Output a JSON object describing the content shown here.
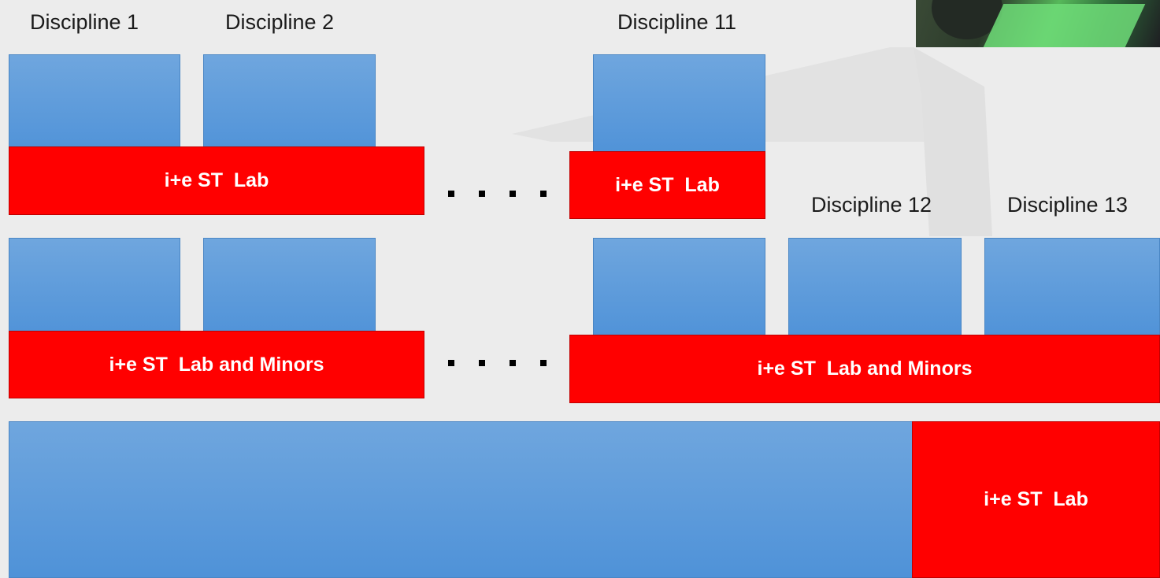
{
  "disciplines": {
    "d1": "Discipline 1",
    "d2": "Discipline 2",
    "d11": "Discipline 11",
    "d12": "Discipline 12",
    "d13": "Discipline 13"
  },
  "labs": {
    "lab_row1_left": "i+e ST  Lab",
    "lab_row1_right": "i+e ST  Lab",
    "minors_left": "i+e ST  Lab and Minors",
    "minors_right": "i+e ST  Lab and Minors",
    "lab_bottom": "i+e ST  Lab"
  },
  "colors": {
    "block_blue": "#5b9bd5",
    "lab_red": "#ff0000",
    "background": "#ececec"
  }
}
